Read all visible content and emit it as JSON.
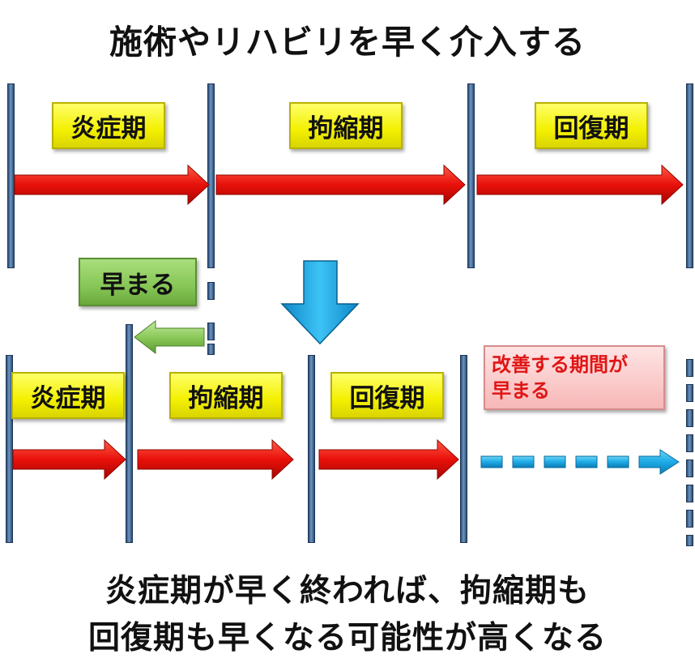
{
  "title": "施術やリハビリを早く介入する",
  "top_row": {
    "phases": [
      {
        "label": "炎症期"
      },
      {
        "label": "拘縮期"
      },
      {
        "label": "回復期"
      }
    ]
  },
  "shift_label": "早まる",
  "bottom_row": {
    "phases": [
      {
        "label": "炎症期"
      },
      {
        "label": "拘縮期"
      },
      {
        "label": "回復期"
      }
    ],
    "note_line1": "改善する期間が",
    "note_line2": "早まる"
  },
  "conclusion": {
    "line1": "炎症期が早く終われば、拘縮期も",
    "line2": "回復期も早くなる可能性が高くなる"
  },
  "colors": {
    "red_arrow": "#e8100a",
    "blue_arrow": "#1da9e6",
    "green_arrow": "#8bc95a",
    "yellow_label": "#f3f000",
    "green_label": "#86c656",
    "pink_label": "#f7b7b7",
    "bar": "#4a6f9c"
  }
}
